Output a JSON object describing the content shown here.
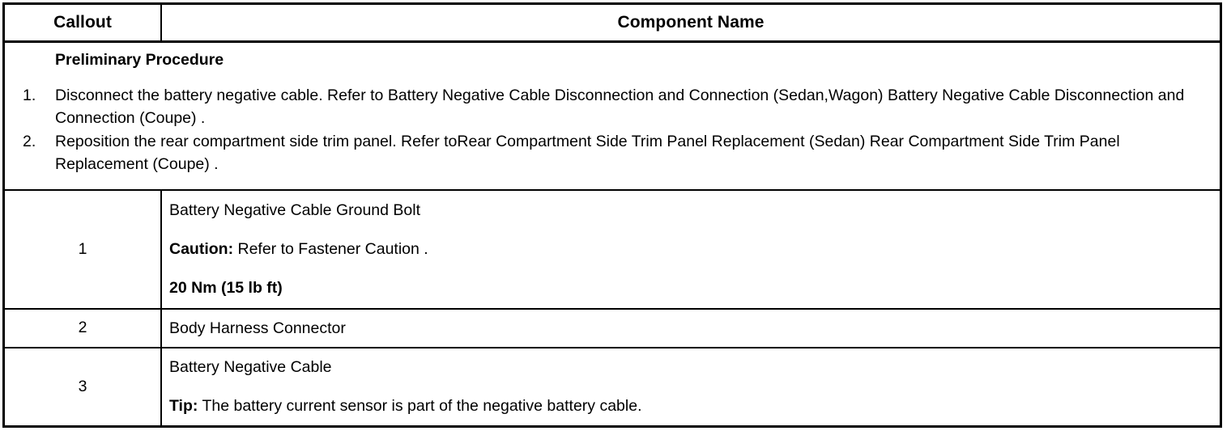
{
  "table": {
    "headers": {
      "callout": "Callout",
      "component_name": "Component Name"
    },
    "preliminary": {
      "title": "Preliminary Procedure",
      "steps": [
        "Disconnect the battery negative cable. Refer to Battery Negative Cable Disconnection and Connection (Sedan,Wagon) Battery Negative Cable Disconnection and Connection (Coupe) .",
        "Reposition the rear compartment side trim panel. Refer toRear Compartment Side Trim Panel Replacement (Sedan) Rear Compartment Side Trim Panel Replacement (Coupe) ."
      ]
    },
    "rows": [
      {
        "callout": "1",
        "name": "Battery Negative Cable Ground Bolt",
        "caution_label": "Caution:",
        "caution_text": " Refer to Fastener Caution .",
        "torque": "20 Nm (15 lb ft)"
      },
      {
        "callout": "2",
        "name": "Body Harness Connector"
      },
      {
        "callout": "3",
        "name": "Battery Negative Cable",
        "tip_label": "Tip:",
        "tip_text": " The battery current sensor is part of the negative battery cable."
      }
    ]
  },
  "colors": {
    "border": "#000000",
    "text": "#000000",
    "background": "#ffffff"
  }
}
